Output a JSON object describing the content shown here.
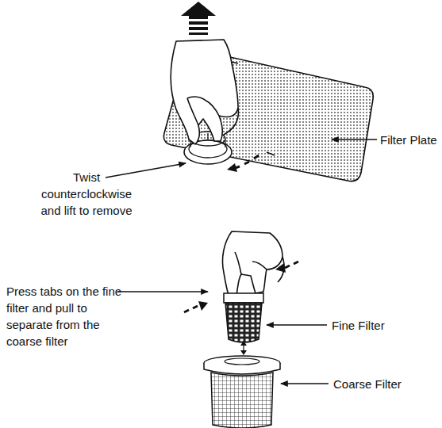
{
  "diagram": {
    "labels": [
      "Twist counterclockwise and lift to remove",
      "Filter Plate",
      "Press tabs on the fine filter and pull to separate from the coarse filter",
      "Fine Filter",
      "Coarse Filter"
    ]
  }
}
